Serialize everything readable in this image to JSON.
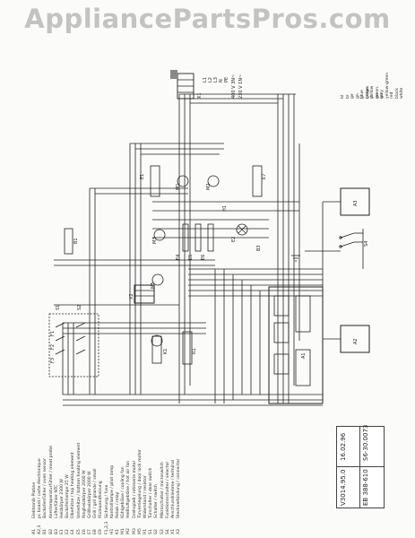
{
  "watermark": "AppliancePartsPros.com",
  "title_block": {
    "doc_number": "V3014.95.0",
    "date": "16.02.96",
    "part_ref": "EB 388-610",
    "sheet_ref": "S6-30.0073"
  },
  "color_key": [
    {
      "code": "bl",
      "en": "blue"
    },
    {
      "code": "br",
      "en": "brown"
    },
    {
      "code": "ge",
      "en": "yellow"
    },
    {
      "code": "gn",
      "en": "green"
    },
    {
      "code": "gr",
      "en": "grey"
    },
    {
      "code": "ge/gn",
      "en": "yellow-green"
    },
    {
      "code": "rt",
      "en": "red"
    },
    {
      "code": "sw",
      "en": "black"
    },
    {
      "code": "ws",
      "en": "white"
    }
  ],
  "legend": [
    {
      "code": "A1",
      "text": "Elektronik-Platine"
    },
    {
      "code": "A2,3",
      "text": "pc board / carte électronique"
    },
    {
      "code": "B1",
      "text": "Backofenfühler / oven sensor"
    },
    {
      "code": "B2",
      "text": "Kerntemperaturfühler / meat probe"
    },
    {
      "code": "B3",
      "text": "Lüfterfühler NTC"
    },
    {
      "code": "E1",
      "text": "Heizkörper 2300 W"
    },
    {
      "code": "E2",
      "text": "Backofenlampe 25 W"
    },
    {
      "code": "E4",
      "text": "Oberhitze / top heating element"
    },
    {
      "code": "E5",
      "text": "Unterhitze / bottom heating element"
    },
    {
      "code": "E6",
      "text": "Ringheizkörper 2000 W"
    },
    {
      "code": "E7",
      "text": "Grillheizkörper 2000 W"
    },
    {
      "code": "E8",
      "text": "Grill / gril grande / small"
    },
    {
      "code": "E9",
      "text": "Rückwandheizung"
    },
    {
      "code": "F1,2,3",
      "text": "Sicherung / fuse"
    },
    {
      "code": "H1",
      "text": "Kontrolllampe / pilot lamp"
    },
    {
      "code": "K1",
      "text": "Relais / relay"
    },
    {
      "code": "M1",
      "text": "Kühlgebläse / cooling fan"
    },
    {
      "code": "M2",
      "text": "Heißluftgebläse / hot air fan"
    },
    {
      "code": "M3",
      "text": "Drehspieß / rotisserie motor"
    },
    {
      "code": "M5",
      "text": "Türverriegelung / door lock motor"
    },
    {
      "code": "R1",
      "text": "Widerstand / resistor"
    },
    {
      "code": "S1",
      "text": "Türschalter / door switch"
    },
    {
      "code": "S2",
      "text": "Schalter / switch"
    },
    {
      "code": "S3",
      "text": "Mikroschalter / microswitch"
    },
    {
      "code": "S4",
      "text": "Funktionsschalter / selector"
    },
    {
      "code": "X1",
      "text": "Anschlussklemme / terminal"
    },
    {
      "code": "X2",
      "text": "Steckverbindung / connector"
    }
  ],
  "components": {
    "e1": "E1",
    "e2": "E2",
    "e4": "E4",
    "e5": "E5",
    "e6": "E6",
    "e7": "E7",
    "m1": "M1",
    "m2": "M2",
    "m3": "M3",
    "m5": "M5",
    "a1": "A1",
    "a2": "A2",
    "a3": "A3",
    "x1": "X1",
    "x2": "X2",
    "s1": "S1",
    "s2": "S2",
    "s4": "S4",
    "b1": "B1",
    "b3": "B3",
    "f1": "F1",
    "f2": "F2",
    "f3": "F3",
    "h1": "H1",
    "k1": "K1",
    "r1": "R1"
  },
  "terminal": {
    "labels": [
      "L1",
      "L2",
      "L3",
      "N",
      "PE"
    ],
    "mains_1": "400 V 3N~",
    "mains_2": "230 V 1N~"
  }
}
